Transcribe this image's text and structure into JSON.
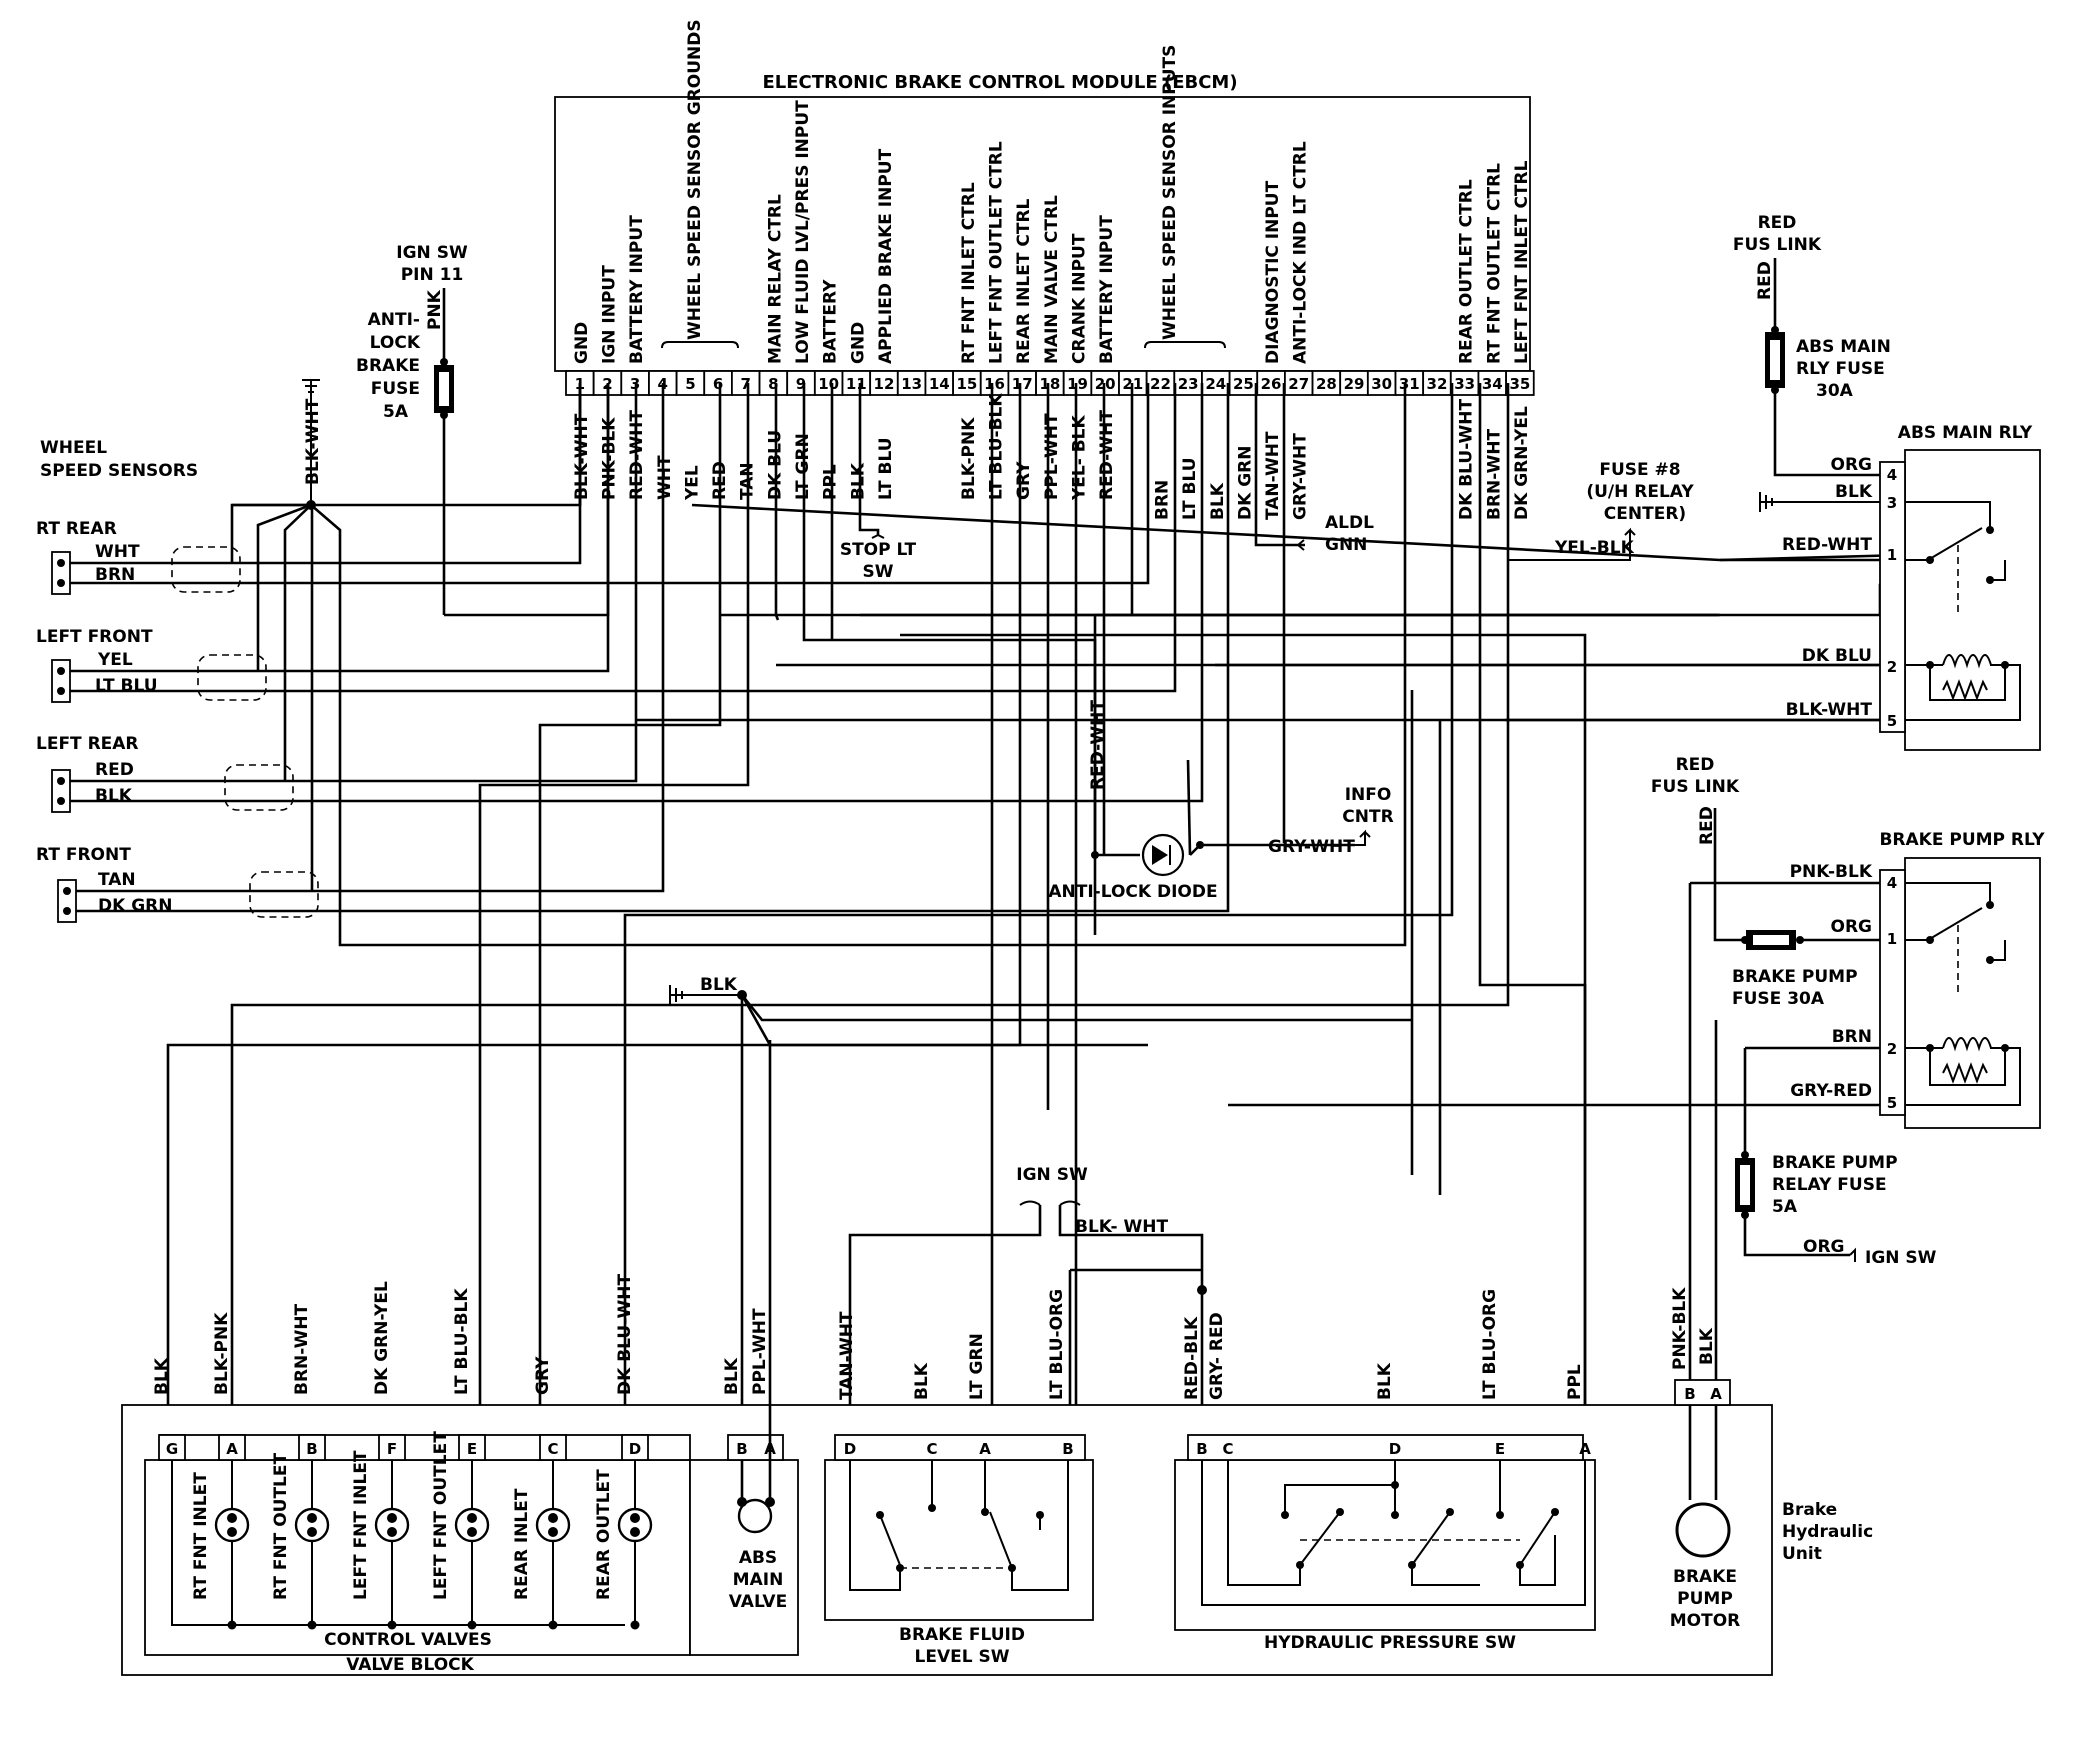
{
  "title": "ELECTRONIC BRAKE CONTROL MODULE (EBCM)",
  "ebcm_pins": [
    {
      "n": "1",
      "fn": "GND",
      "wire": "BLK-WHT"
    },
    {
      "n": "2",
      "fn": "IGN INPUT",
      "wire": "PNK-BLK"
    },
    {
      "n": "3",
      "fn": "BATTERY INPUT",
      "wire": "RED-WHT"
    },
    {
      "n": "4",
      "fn": "",
      "wire": "WHT"
    },
    {
      "n": "5",
      "fn": "",
      "wire": "YEL"
    },
    {
      "n": "6",
      "fn": "",
      "wire": "RED"
    },
    {
      "n": "7",
      "fn": "",
      "wire": "TAN"
    },
    {
      "n": "8",
      "fn": "MAIN RELAY CTRL",
      "wire": "DK BLU"
    },
    {
      "n": "9",
      "fn": "LOW FLUID LVL/PRES INPUT",
      "wire": "LT GRN"
    },
    {
      "n": "10",
      "fn": "BATTERY",
      "wire": "PPL"
    },
    {
      "n": "11",
      "fn": "GND",
      "wire": "BLK"
    },
    {
      "n": "12",
      "fn": "APPLIED BRAKE INPUT",
      "wire": "LT BLU"
    },
    {
      "n": "13",
      "fn": "",
      "wire": ""
    },
    {
      "n": "14",
      "fn": "",
      "wire": ""
    },
    {
      "n": "15",
      "fn": "RT FNT INLET CTRL",
      "wire": "BLK-PNK"
    },
    {
      "n": "16",
      "fn": "LEFT FNT OUTLET CTRL",
      "wire": "LT BLU-BLK"
    },
    {
      "n": "17",
      "fn": "REAR INLET CTRL",
      "wire": "GRY"
    },
    {
      "n": "18",
      "fn": "MAIN VALVE CTRL",
      "wire": "PPL-WHT"
    },
    {
      "n": "19",
      "fn": "CRANK INPUT",
      "wire": "YEL- BLK"
    },
    {
      "n": "20",
      "fn": "BATTERY INPUT",
      "wire": "RED-WHT"
    },
    {
      "n": "21",
      "fn": "",
      "wire": ""
    },
    {
      "n": "22",
      "fn": "",
      "wire": "BRN"
    },
    {
      "n": "23",
      "fn": "",
      "wire": "LT BLU"
    },
    {
      "n": "24",
      "fn": "",
      "wire": "BLK"
    },
    {
      "n": "25",
      "fn": "",
      "wire": "DK GRN"
    },
    {
      "n": "26",
      "fn": "DIAGNOSTIC INPUT",
      "wire": "TAN-WHT"
    },
    {
      "n": "27",
      "fn": "ANTI-LOCK IND LT CTRL",
      "wire": "GRY-WHT"
    },
    {
      "n": "28",
      "fn": "",
      "wire": ""
    },
    {
      "n": "29",
      "fn": "",
      "wire": ""
    },
    {
      "n": "30",
      "fn": "",
      "wire": ""
    },
    {
      "n": "31",
      "fn": "",
      "wire": ""
    },
    {
      "n": "32",
      "fn": "",
      "wire": ""
    },
    {
      "n": "33",
      "fn": "REAR OUTLET CTRL",
      "wire": "DK BLU-WHT"
    },
    {
      "n": "34",
      "fn": "RT FNT OUTLET CTRL",
      "wire": "BRN-WHT"
    },
    {
      "n": "35",
      "fn": "LEFT FNT INLET CTRL",
      "wire": "DK GRN-YEL"
    }
  ],
  "ebcm_groups": {
    "wss_grounds": "WHEEL SPEED SENSOR GROUNDS",
    "wss_inputs": "WHEEL SPEED SENSOR INPUTS"
  },
  "sensors": {
    "title_1": "WHEEL",
    "title_2": "SPEED SENSORS",
    "rt_rear": {
      "name": "RT REAR",
      "w1": "WHT",
      "w2": "BRN"
    },
    "left_front": {
      "name": "LEFT FRONT",
      "w1": "YEL",
      "w2": "LT BLU"
    },
    "left_rear": {
      "name": "LEFT REAR",
      "w1": "RED",
      "w2": "BLK"
    },
    "rt_front": {
      "name": "RT FRONT",
      "w1": "TAN",
      "w2": "DK GRN"
    },
    "ground_wire": "BLK-WHT"
  },
  "ign_fuse": {
    "sw_1": "IGN SW",
    "sw_2": "PIN 11",
    "wire": "PNK",
    "l1": "ANTI-",
    "l2": "LOCK",
    "l3": "BRAKE",
    "l4": "FUSE",
    "l5": "5A"
  },
  "stop_lt": {
    "l1": "STOP LT",
    "l2": "SW"
  },
  "aldl": {
    "l1": "ALDL",
    "l2": "GNN"
  },
  "fuse8": {
    "l1": "FUSE #8",
    "l2": "(U/H RELAY",
    "l3": "CENTER)",
    "wire": "YEL-BLK"
  },
  "info_cntr": {
    "l1": "INFO",
    "l2": "CNTR",
    "wire": "GRY-WHT"
  },
  "diode": {
    "label": "ANTI-LOCK DIODE",
    "wire": "RED-WHT"
  },
  "main_relay": {
    "title": "ABS MAIN RLY",
    "fus_l1": "RED",
    "fus_l2": "FUS LINK",
    "fus_wire": "RED",
    "fuse_l1": "ABS MAIN",
    "fuse_l2": "RLY FUSE",
    "fuse_l3": "30A",
    "pins": [
      {
        "n": "4",
        "wire": "ORG"
      },
      {
        "n": "3",
        "wire": "BLK"
      },
      {
        "n": "1",
        "wire": "RED-WHT"
      },
      {
        "n": "2",
        "wire": "DK BLU"
      },
      {
        "n": "5",
        "wire": "BLK-WHT"
      }
    ]
  },
  "pump_relay": {
    "title": "BRAKE PUMP RLY",
    "fus_l1": "RED",
    "fus_l2": "FUS LINK",
    "fus_wire": "RED",
    "pins": [
      {
        "n": "4",
        "wire": "PNK-BLK"
      },
      {
        "n": "1",
        "wire": "ORG"
      },
      {
        "n": "2",
        "wire": "BRN"
      },
      {
        "n": "5",
        "wire": "GRY-RED"
      }
    ],
    "fuse30_l1": "BRAKE PUMP",
    "fuse30_l2": "FUSE 30A",
    "fuse5_l1": "BRAKE PUMP",
    "fuse5_l2": "RELAY FUSE",
    "fuse5_l3": "5A",
    "org": "ORG",
    "ign": "IGN SW"
  },
  "ground_blk": "BLK",
  "ign_sw_mid": {
    "label": "IGN SW",
    "wire": "BLK- WHT"
  },
  "valve_block": {
    "pins": [
      "G",
      "A",
      "B",
      "F",
      "E",
      "C",
      "D"
    ],
    "wires": [
      "BLK",
      "BLK-PNK",
      "BRN-WHT",
      "DK GRN-YEL",
      "LT BLU-BLK",
      "GRY",
      "DK BLU-WHT"
    ],
    "valves": [
      "RT FNT INLET",
      "RT FNT OUTLET",
      "LEFT FNT INLET",
      "LEFT FNT OUTLET",
      "REAR INLET",
      "REAR OUTLET"
    ],
    "control": "CONTROL VALVES",
    "block": "VALVE BLOCK"
  },
  "main_valve": {
    "pins": [
      "B",
      "A"
    ],
    "wires": [
      "BLK",
      "PPL-WHT"
    ],
    "l1": "ABS",
    "l2": "MAIN",
    "l3": "VALVE"
  },
  "fluid_sw": {
    "pins": [
      "D",
      "C",
      "A",
      "B"
    ],
    "wires": [
      "TAN-WHT",
      "BLK",
      "LT GRN",
      "LT BLU-ORG"
    ],
    "l1": "BRAKE FLUID",
    "l2": "LEVEL SW"
  },
  "pressure_sw": {
    "pins": [
      "B",
      "C",
      "D",
      "E",
      "A"
    ],
    "wires": [
      "RED-BLK",
      "GRY- RED",
      "BLK",
      "LT BLU-ORG",
      "PPL"
    ],
    "label": "HYDRAULIC PRESSURE SW"
  },
  "pump_motor": {
    "pins": [
      "B",
      "A"
    ],
    "wires": [
      "PNK-BLK",
      "BLK"
    ],
    "l1": "BRAKE",
    "l2": "PUMP",
    "l3": "MOTOR"
  },
  "hydraulic_unit": {
    "l1": "Brake",
    "l2": "Hydraulic",
    "l3": "Unit"
  }
}
